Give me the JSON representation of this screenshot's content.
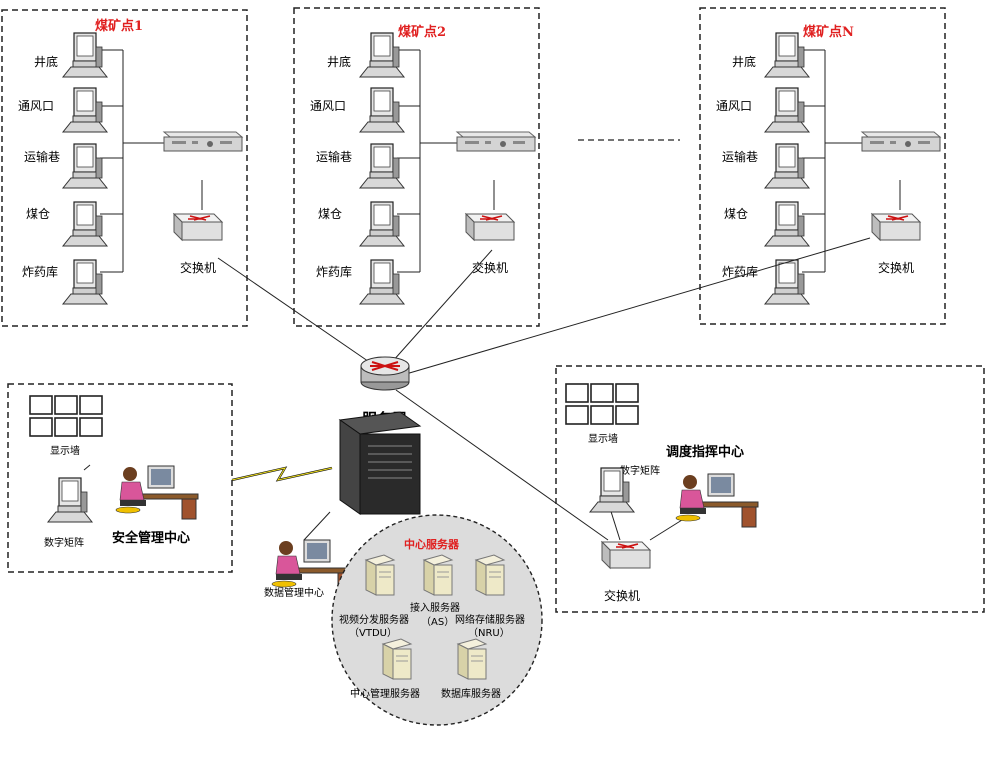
{
  "mine_sites": [
    {
      "title": "煤矿点1",
      "locations": [
        "井底",
        "通风口",
        "运输巷",
        "煤仓",
        "炸药库"
      ],
      "switch_label": "交换机"
    },
    {
      "title": "煤矿点2",
      "locations": [
        "井底",
        "通风口",
        "运输巷",
        "煤仓",
        "炸药库"
      ],
      "switch_label": "交换机"
    },
    {
      "title": "煤矿点N",
      "locations": [
        "井底",
        "通风口",
        "运输巷",
        "煤仓",
        "炸药库"
      ],
      "switch_label": "交换机"
    }
  ],
  "router": {
    "label": "服务器"
  },
  "safety_center": {
    "title": "安全管理中心",
    "wall_label": "显示墙",
    "matrix_label": "数字矩阵"
  },
  "dispatch_center": {
    "title": "调度指挥中心",
    "wall_label": "显示墙",
    "matrix_label": "数字矩阵",
    "switch_label": "交换机"
  },
  "data_center": {
    "label": "数据管理中心"
  },
  "central_servers": {
    "title": "中心服务器",
    "servers": [
      {
        "line1": "视频分发服务器",
        "line2": "（VTDU）"
      },
      {
        "line1": "接入服务器",
        "line2": "（AS）"
      },
      {
        "line1": "网络存储服务器",
        "line2": "（NRU）"
      },
      {
        "line1": "中心管理服务器",
        "line2": ""
      },
      {
        "line1": "数据库服务器",
        "line2": ""
      }
    ]
  },
  "colors": {
    "accent_red": "#e02020",
    "cloud_fill": "#dcdcdc"
  }
}
